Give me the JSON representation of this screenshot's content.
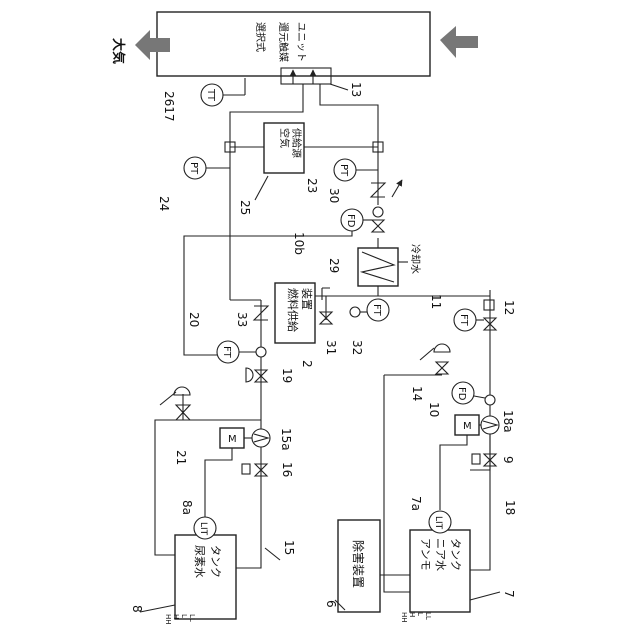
{
  "header": {
    "exhaust_label": "大気"
  },
  "units": {
    "scr": "選択式還元触媒ユニット",
    "air": "空気供給源",
    "fuel": "燃料供給装置",
    "urea_tank": "尿素水タンク",
    "ammonia_tank": "アンモニア水タンク",
    "remover": "除害装置"
  },
  "coolant_label": "冷却水",
  "motor_label": "M",
  "level_marks": [
    "HH",
    "H",
    "L",
    "LL"
  ],
  "instruments": {
    "tt": "TT",
    "pt": "PT",
    "ft": "FT",
    "fd": "FD",
    "lit": "LIT"
  },
  "refs": {
    "r2": "2",
    "r6": "6",
    "r7": "7",
    "r7a": "7a",
    "r8": "8",
    "r8a": "8a",
    "r9": "9",
    "r10": "10",
    "r10b": "10b",
    "r11": "11",
    "r12": "12",
    "r13": "13",
    "r14": "14",
    "r15": "15",
    "r15a": "15a",
    "r16": "16",
    "r17": "2617",
    "r18": "18",
    "r18a": "18a",
    "r19": "19",
    "r20": "20",
    "r21": "21",
    "r23": "23",
    "r24": "24",
    "r25": "25",
    "r29": "29",
    "r30": "30",
    "r31": "31",
    "r32": "32",
    "r33": "33"
  }
}
